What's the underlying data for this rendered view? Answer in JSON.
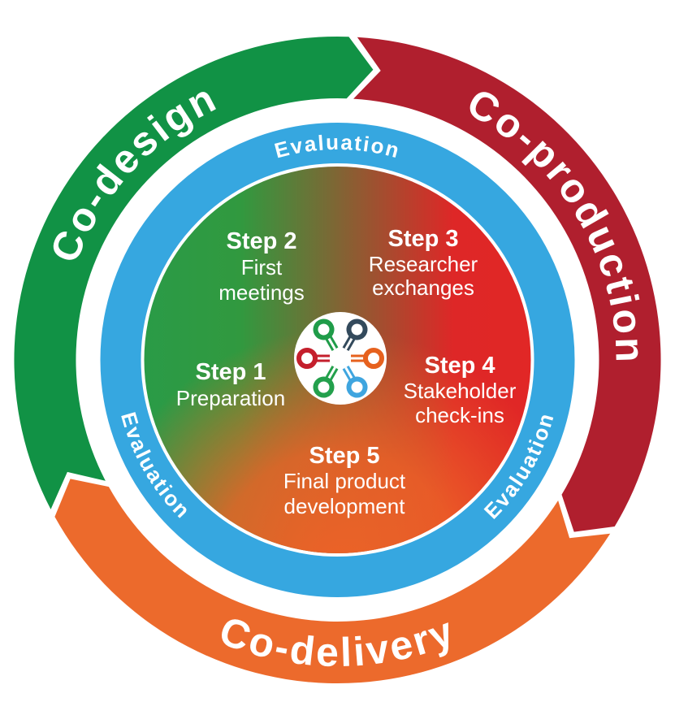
{
  "outer_ring": {
    "segments": [
      {
        "id": "co-design",
        "label": "Co-design",
        "color": "#119245"
      },
      {
        "id": "co-production",
        "label": "Co-production",
        "color": "#B01F2E"
      },
      {
        "id": "co-delivery",
        "label": "Co-delivery",
        "color": "#EC6A2C"
      }
    ]
  },
  "evaluation_ring": {
    "color": "#36A7E0",
    "label_top": "Evaluation",
    "label_bottom_left": "Evaluation",
    "label_bottom_right": "Evaluation"
  },
  "inner_circle": {
    "gradient": {
      "left": "#2A9B47",
      "left_hold": "#31993F",
      "right_hold": "#DE2727",
      "right": "#E12726",
      "bottom": "#ED6227"
    },
    "steps": [
      {
        "title": "Step 1",
        "lines": [
          "Preparation",
          ""
        ]
      },
      {
        "title": "Step 2",
        "lines": [
          "First",
          "meetings"
        ]
      },
      {
        "title": "Step 3",
        "lines": [
          "Researcher",
          "exchanges"
        ]
      },
      {
        "title": "Step 4",
        "lines": [
          "Stakeholder",
          "check-ins"
        ]
      },
      {
        "title": "Step 5",
        "lines": [
          "Final product",
          "development"
        ]
      }
    ]
  },
  "center_icon": {
    "name": "collaboration-hub-icon",
    "spokes": [
      {
        "direction": "right",
        "color": "#E6611E"
      },
      {
        "direction": "lower-right",
        "color": "#3FA5DF"
      },
      {
        "direction": "lower-left",
        "color": "#23A04C"
      },
      {
        "direction": "left",
        "color": "#C41F2C"
      },
      {
        "direction": "upper-left",
        "color": "#1F9C49"
      },
      {
        "direction": "upper-right",
        "color": "#334A5C"
      }
    ]
  }
}
